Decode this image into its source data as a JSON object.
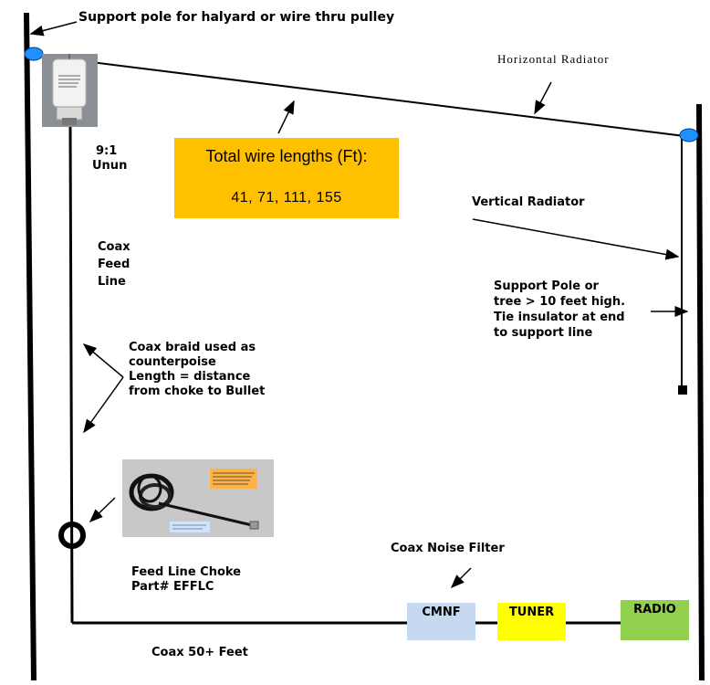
{
  "labels": {
    "support_pole_top": "Support pole for halyard or wire thru pulley",
    "horizontal_radiator": "Horizontal Radiator",
    "unun": [
      "9:1",
      "Unun"
    ],
    "vertical_radiator": "Vertical Radiator",
    "coax_feed_line": [
      "Coax",
      "Feed",
      "Line"
    ],
    "support_pole_right": [
      "Support Pole or",
      "tree > 10 feet high.",
      "Tie insulator at end",
      "to support line"
    ],
    "coax_braid": [
      "Coax braid used as",
      "counterpoise",
      "Length = distance",
      "from choke to Bullet"
    ],
    "coax_noise_filter": "Coax Noise Filter",
    "feed_line_choke": [
      "Feed Line Choke",
      "Part# EFFLC"
    ],
    "coax_length": "Coax 50+ Feet"
  },
  "wire_lengths": {
    "title": "Total wire lengths (Ft):",
    "values": "41, 71, 111, 155"
  },
  "boxes": {
    "cmnf": "CMNF",
    "tuner": "TUNER",
    "radio": "RADIO"
  },
  "colors": {
    "wire_box": "#ffc000",
    "cmnf": "#c6d9f1",
    "tuner": "#ffff00",
    "radio": "#92d050",
    "pulley": "#1e90ff"
  }
}
